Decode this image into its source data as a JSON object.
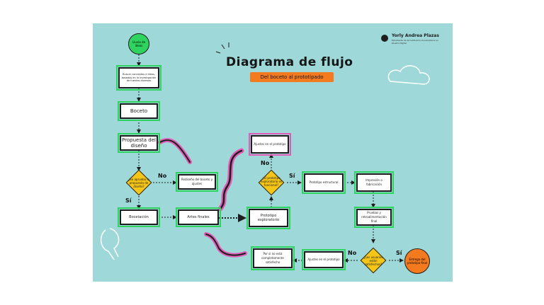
{
  "title": "Diagrama de flujo",
  "subtitle": "Del boceto al prototipado",
  "author": {
    "name": "Yorly Andrea Plazas",
    "description": "Estudiante de la Institución Universitaria en Diseño Digital"
  },
  "colors": {
    "background": "#9fd8d8",
    "process_border": "#2fd35f",
    "decision_fill": "#f5c518",
    "start_fill": "#2fd35f",
    "end_fill": "#f47a1f",
    "accent_arrow": "#e05bb5"
  },
  "nodes": {
    "start": "Lluvia de ideas",
    "research": "Buscar conceptos e ideas, basadas en la investigación de fuentes diversas",
    "sketch": "Boceto",
    "proposal": "Propuesta del diseño",
    "decision1": "¿Se aprueba la propuesta de diseño?",
    "redo_sketch": "Rediseño del boceto y ajustes",
    "sketches": "Bocetación",
    "final_art": "Artes finales",
    "exploratory": "Prototipo exploratorio",
    "decision2": "¿El prototipo exploratorio es funcional?",
    "adjustments": "Ajustes en el prototipo",
    "structural": "Prototipo estructural",
    "fabrication": "Impresión o fabricación",
    "tests": "Pruebas y retroalimentación final",
    "decision3": "¿Los usuarios están satisfechos?",
    "final_adjust": "Ajustes en el prototipo",
    "repeat_note": "Por si no está completamente satisfecho",
    "end": "Entrega del prototipo final"
  },
  "labels": {
    "yes": "Sí",
    "no": "No"
  }
}
